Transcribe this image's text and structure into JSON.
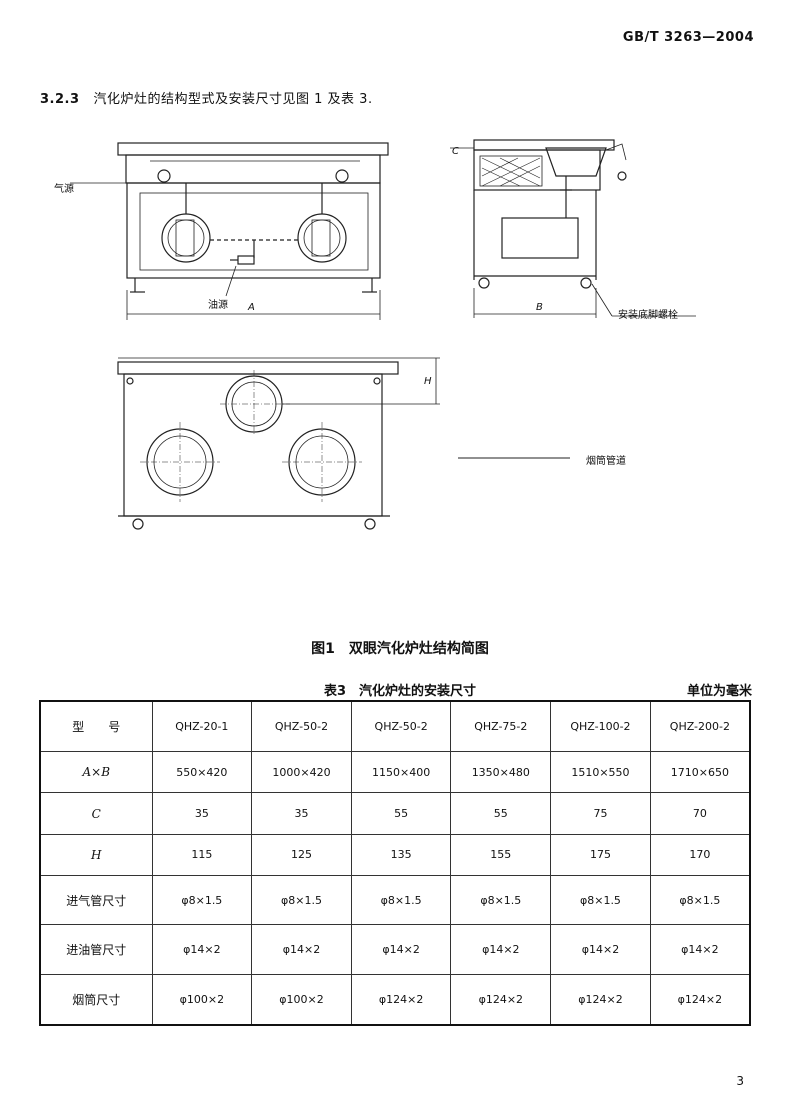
{
  "header": {
    "standard_code": "GB/T 3263—2004"
  },
  "clause": {
    "number": "3.2.3",
    "text": "汽化炉灶的结构型式及安装尺寸见图 1 及表 3."
  },
  "figure": {
    "labels": {
      "air_source": "气源",
      "oil_source": "油源",
      "dim_a": "A",
      "dim_b": "B",
      "dim_c": "C",
      "dim_h": "H",
      "mount_bolt": "安装底脚螺栓",
      "chimney": "烟筒管道"
    },
    "caption": "图1　双眼汽化炉灶结构简图"
  },
  "table": {
    "title": "表3　汽化炉灶的安装尺寸",
    "unit": "单位为毫米",
    "header_row": {
      "label": "型　　号",
      "models": [
        "QHZ-20-1",
        "QHZ-50-2",
        "QHZ-50-2",
        "QHZ-75-2",
        "QHZ-100-2",
        "QHZ-200-2"
      ]
    },
    "rows": [
      {
        "label": "A×B",
        "values": [
          "550×420",
          "1000×420",
          "1150×400",
          "1350×480",
          "1510×550",
          "1710×650"
        ]
      },
      {
        "label": "C",
        "values": [
          "35",
          "35",
          "55",
          "55",
          "75",
          "70"
        ]
      },
      {
        "label": "H",
        "values": [
          "115",
          "125",
          "135",
          "155",
          "175",
          "170"
        ]
      },
      {
        "label": "进气管尺寸",
        "values": [
          "φ8×1.5",
          "φ8×1.5",
          "φ8×1.5",
          "φ8×1.5",
          "φ8×1.5",
          "φ8×1.5"
        ]
      },
      {
        "label": "进油管尺寸",
        "values": [
          "φ14×2",
          "φ14×2",
          "φ14×2",
          "φ14×2",
          "φ14×2",
          "φ14×2"
        ]
      },
      {
        "label": "烟筒尺寸",
        "values": [
          "φ100×2",
          "φ100×2",
          "φ124×2",
          "φ124×2",
          "φ124×2",
          "φ124×2"
        ]
      }
    ]
  },
  "footer": {
    "page_number": "3"
  }
}
